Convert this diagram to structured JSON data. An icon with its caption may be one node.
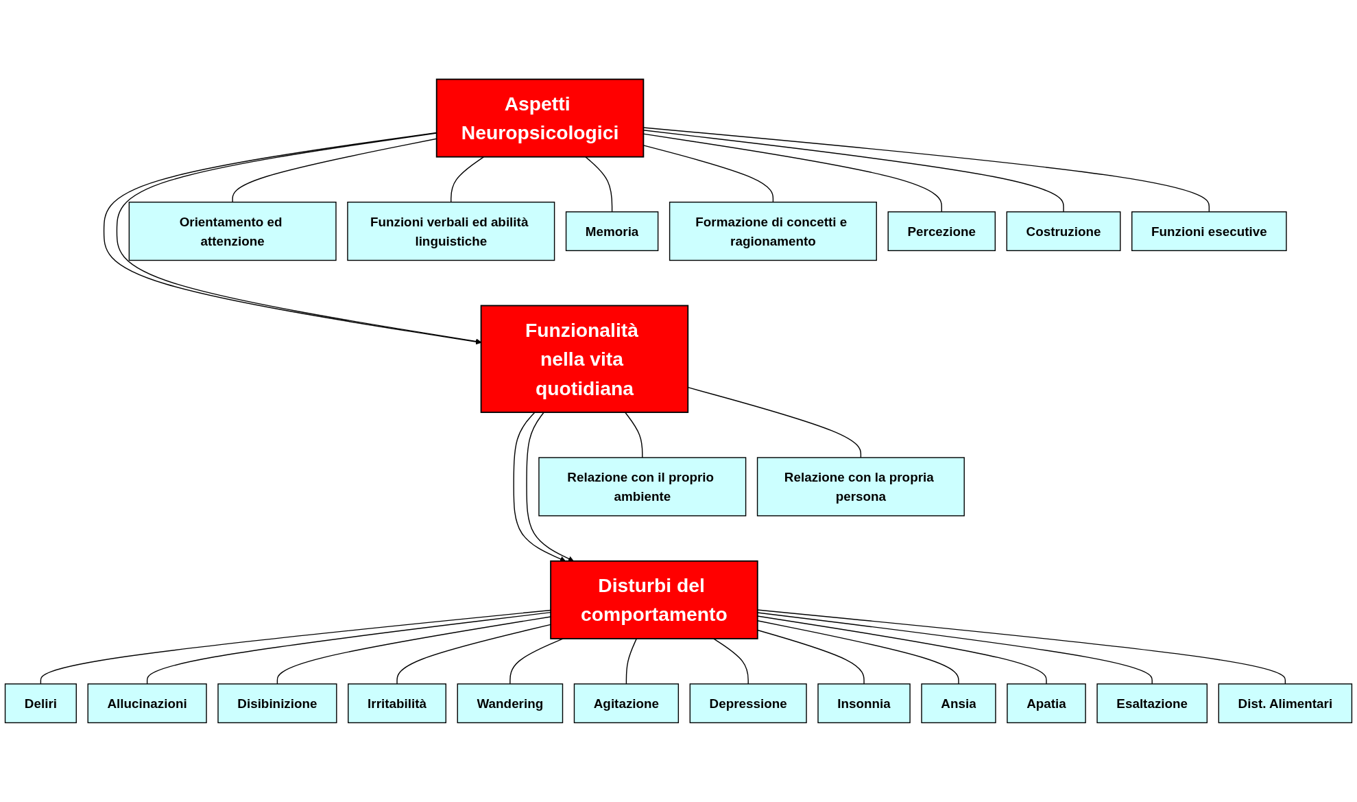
{
  "diagram": {
    "nodes": [
      {
        "text": [
          "Aspetti Neuropsicologici"
        ]
      },
      {
        "text": [
          "Orientamento ed attenzione"
        ]
      },
      {
        "text": [
          "Funzioni verbali ed abilità linguistiche"
        ]
      },
      {
        "text": [
          "Memoria"
        ]
      },
      {
        "text": [
          "Formazione di concetti e ragionamento"
        ]
      },
      {
        "text": [
          "Percezione"
        ]
      },
      {
        "text": [
          "Costruzione"
        ]
      },
      {
        "text": [
          "Funzioni esecutive"
        ]
      },
      {
        "text": [
          "Funzionalità nella vita quotidiana"
        ]
      },
      {
        "text": [
          "Relazione con il proprio ambiente"
        ]
      },
      {
        "text": [
          "Relazione con la propria persona"
        ]
      },
      {
        "text": [
          "Disturbi del comportamento"
        ]
      },
      {
        "text": [
          "Deliri"
        ]
      },
      {
        "text": [
          "Allucinazioni"
        ]
      },
      {
        "text": [
          "Disibinizione"
        ]
      },
      {
        "text": [
          "Irritabilità"
        ]
      },
      {
        "text": [
          "Wandering"
        ]
      },
      {
        "text": [
          "Agitazione"
        ]
      },
      {
        "text": [
          "Depressione"
        ]
      },
      {
        "text": [
          "Insonnia"
        ]
      },
      {
        "text": [
          "Ansia"
        ]
      },
      {
        "text": [
          "Apatia"
        ]
      },
      {
        "text": [
          "Esaltazione"
        ]
      },
      {
        "text": [
          "Dist. Alimentari"
        ]
      }
    ],
    "edges": [
      {
        "from": 0,
        "to": 1,
        "arrow": "none"
      },
      {
        "from": 0,
        "to": 2,
        "arrow": "none"
      },
      {
        "from": 0,
        "to": 3,
        "arrow": "none"
      },
      {
        "from": 0,
        "to": 4,
        "arrow": "none"
      },
      {
        "from": 0,
        "to": 5,
        "arrow": "none"
      },
      {
        "from": 0,
        "to": 6,
        "arrow": "none"
      },
      {
        "from": 0,
        "to": 7,
        "arrow": "none"
      },
      {
        "from": 0,
        "to": 8,
        "arrow": "to"
      },
      {
        "from": 0,
        "to": 8,
        "arrow": "to"
      },
      {
        "from": 8,
        "to": 9,
        "arrow": "none"
      },
      {
        "from": 8,
        "to": 10,
        "arrow": "none"
      },
      {
        "from": 8,
        "to": 11,
        "arrow": "to"
      },
      {
        "from": 8,
        "to": 11,
        "arrow": "to"
      },
      {
        "from": 11,
        "to": 12,
        "arrow": "none"
      },
      {
        "from": 11,
        "to": 13,
        "arrow": "none"
      },
      {
        "from": 11,
        "to": 14,
        "arrow": "none"
      },
      {
        "from": 11,
        "to": 15,
        "arrow": "none"
      },
      {
        "from": 11,
        "to": 16,
        "arrow": "none"
      },
      {
        "from": 11,
        "to": 17,
        "arrow": "none"
      },
      {
        "from": 11,
        "to": 18,
        "arrow": "none"
      },
      {
        "from": 11,
        "to": 19,
        "arrow": "none"
      },
      {
        "from": 11,
        "to": 20,
        "arrow": "none"
      },
      {
        "from": 11,
        "to": 21,
        "arrow": "none"
      },
      {
        "from": 11,
        "to": 22,
        "arrow": "none"
      },
      {
        "from": 11,
        "to": 23,
        "arrow": "none"
      }
    ]
  }
}
